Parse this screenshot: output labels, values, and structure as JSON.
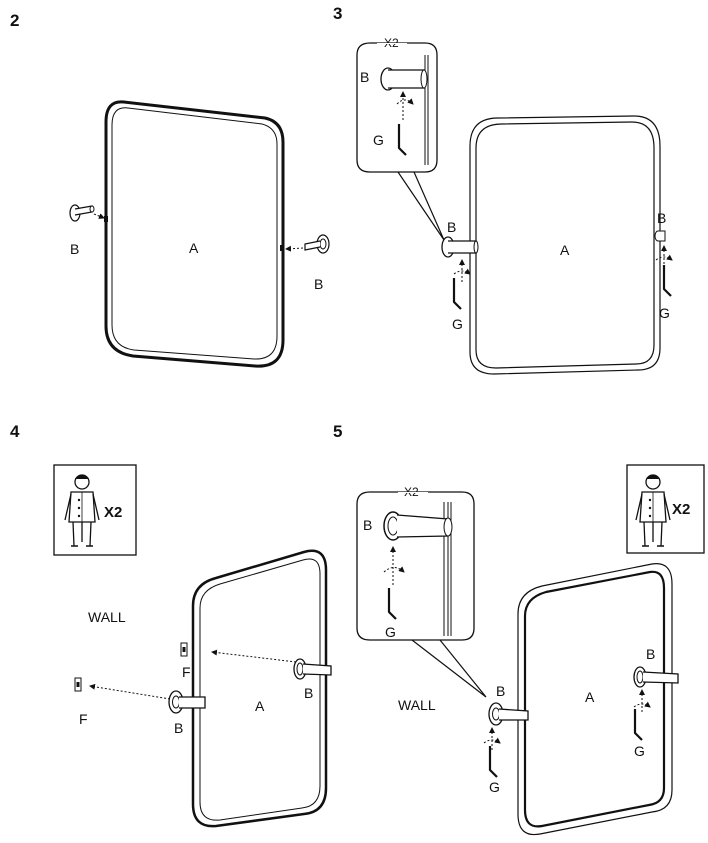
{
  "steps": [
    {
      "number": "2",
      "labels": {
        "mirror": "A",
        "pin_left": "B",
        "pin_right": "B"
      }
    },
    {
      "number": "3",
      "labels": {
        "mirror": "A",
        "inset_qty": "X2",
        "inset_pin": "B",
        "inset_key": "G",
        "pin_left": "B",
        "key_left": "G",
        "pin_right": "B",
        "key_right": "G"
      }
    },
    {
      "number": "4",
      "labels": {
        "wall": "WALL",
        "people_qty": "X2",
        "mirror": "A",
        "bracket_upper": "F",
        "bracket_lower": "F",
        "pin_upper": "B",
        "pin_lower": "B"
      }
    },
    {
      "number": "5",
      "labels": {
        "wall": "WALL",
        "people_qty": "X2",
        "mirror": "A",
        "inset_qty": "X2",
        "inset_pin": "B",
        "inset_key": "G",
        "pin_left": "B",
        "key_left": "G",
        "pin_right": "B",
        "key_right": "G"
      }
    }
  ],
  "colors": {
    "line": "#111111",
    "background": "#ffffff"
  },
  "icons": [
    "dashed-arrow-icon",
    "rotation-arrow-icon",
    "hex-key-icon",
    "person-icon"
  ]
}
